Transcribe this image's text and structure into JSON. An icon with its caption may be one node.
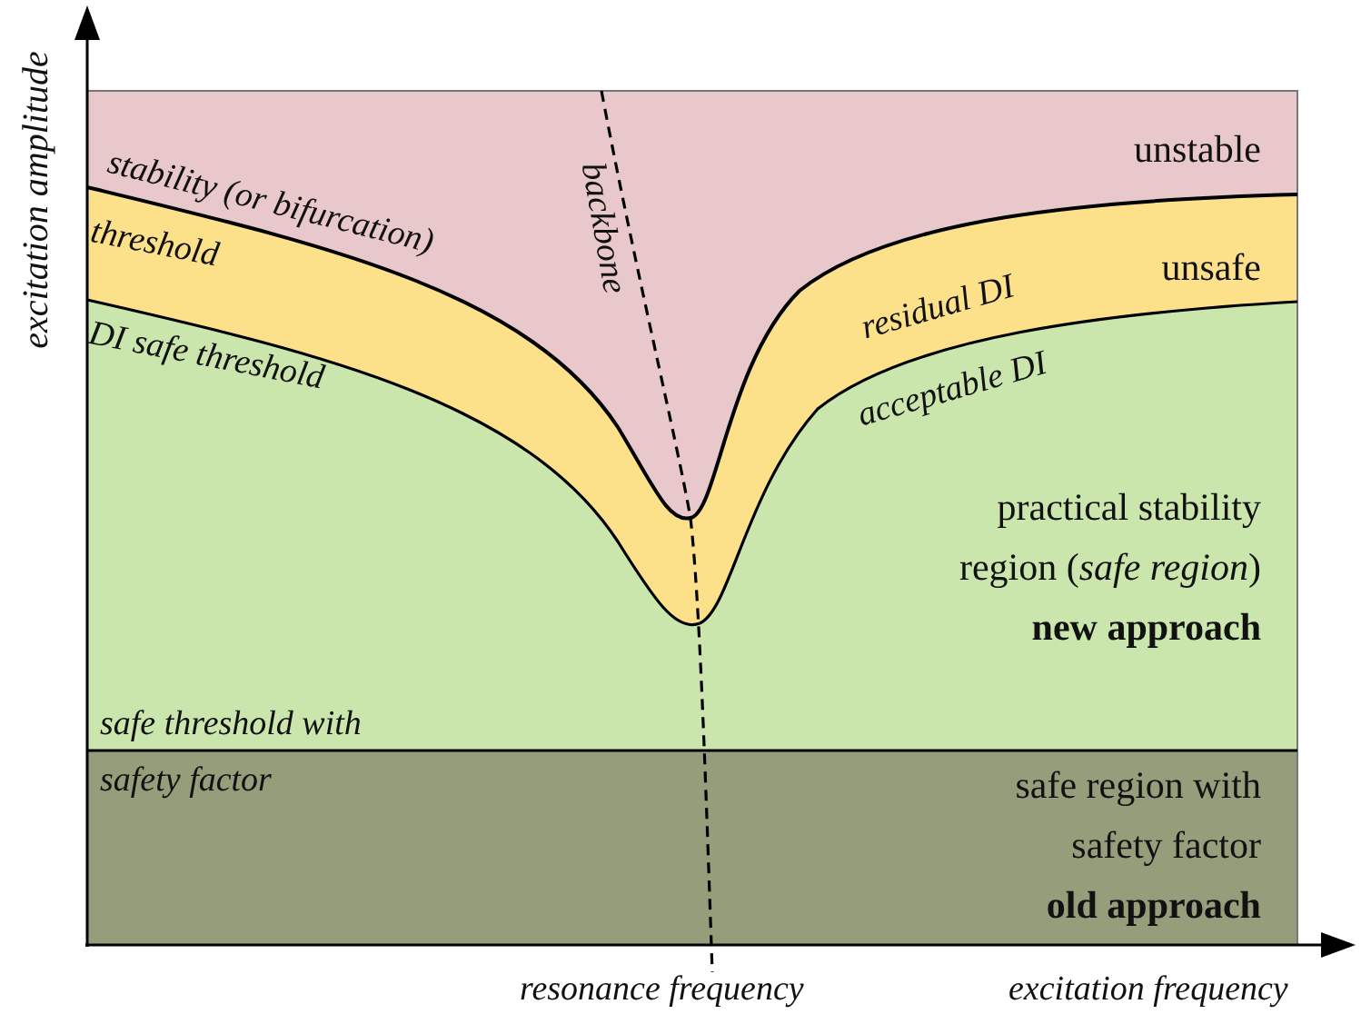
{
  "diagram": {
    "nodes": [
      {
        "text": [
          "unstable"
        ]
      },
      {
        "text": [
          "unsafe"
        ]
      },
      {
        "text": [
          "practical stability region (*safe region*)",
          "new approach"
        ]
      },
      {
        "text": [
          "safe region with safety factor",
          "old approach"
        ]
      }
    ],
    "labels": [
      "excitation amplitude",
      "backbone",
      "stability (or bifurcation)",
      "threshold",
      "DI safe threshold",
      "residual DI",
      "acceptable DI",
      "safe threshold with",
      "safety factor",
      "resonance frequency",
      "excitation frequency"
    ]
  }
}
